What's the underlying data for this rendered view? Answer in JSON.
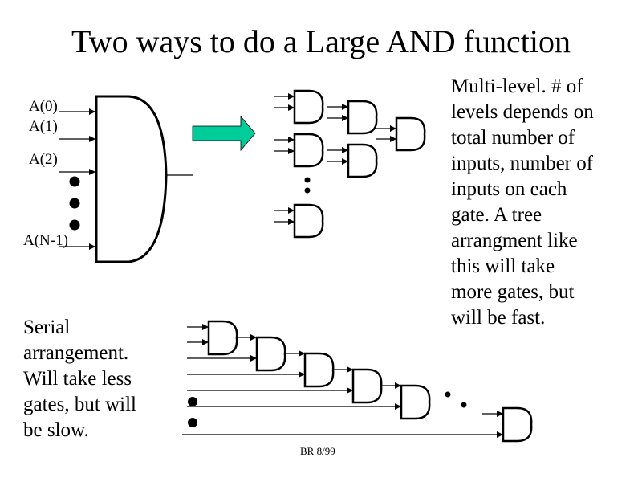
{
  "title": "Two ways to do a Large AND function",
  "big_gate": {
    "input_labels": [
      "A(0)",
      "A(1)",
      "A(2)",
      "A(N-1)"
    ]
  },
  "arrow": {
    "color": "#00cc99",
    "direction": "right"
  },
  "tree": {
    "description": "Multi-level.  # of levels depends on total number of inputs, number of inputs on each gate.  A tree arrangment like this will take more gates, but will be fast.",
    "lines": [
      "Multi-level.  # of",
      "levels depends on",
      "total number of",
      "inputs, number of",
      "inputs on each",
      "gate.  A tree",
      "arrangment like",
      "this will take",
      "more gates, but",
      "will be fast."
    ]
  },
  "serial": {
    "lines": [
      "Serial",
      "arrangement.",
      "Will take less",
      "gates, but will",
      "be slow."
    ]
  },
  "footer": "BR 8/99"
}
